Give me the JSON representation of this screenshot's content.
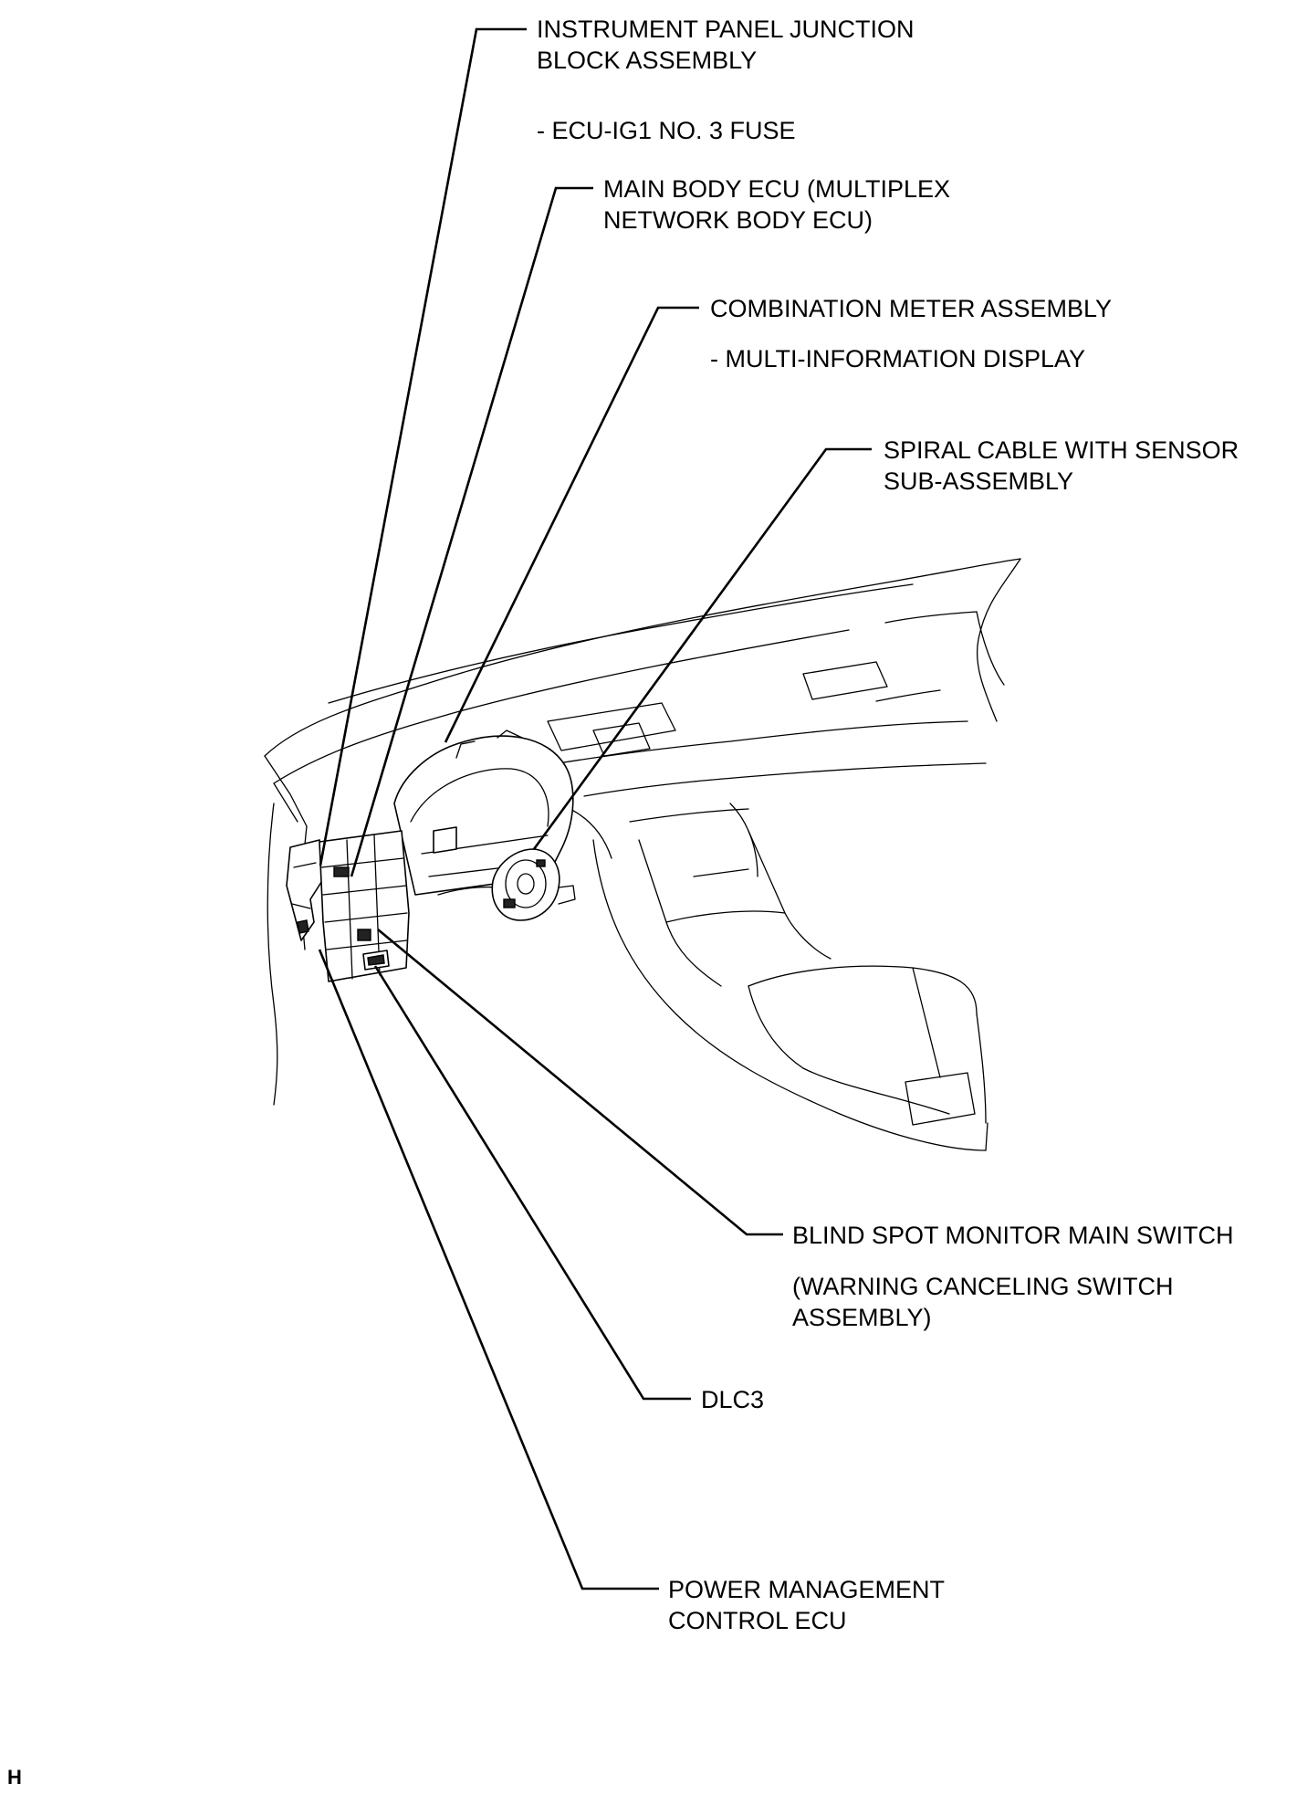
{
  "labels": {
    "junction_block": [
      "INSTRUMENT PANEL JUNCTION",
      "BLOCK ASSEMBLY"
    ],
    "junction_block_note": "- ECU-IG1 NO. 3 FUSE",
    "main_body_ecu": [
      "MAIN BODY ECU (MULTIPLEX",
      "NETWORK BODY ECU)"
    ],
    "combination_meter": "COMBINATION METER ASSEMBLY",
    "combination_meter_note": "- MULTI-INFORMATION DISPLAY",
    "spiral_cable": [
      "SPIRAL CABLE WITH SENSOR",
      "SUB-ASSEMBLY"
    ],
    "blind_spot_switch": "BLIND SPOT MONITOR MAIN SWITCH",
    "blind_spot_switch_note": [
      "(WARNING CANCELING SWITCH",
      "ASSEMBLY)"
    ],
    "dlc3": "DLC3",
    "power_management_ecu": [
      "POWER MANAGEMENT",
      "CONTROL ECU"
    ]
  },
  "corner_mark": "H"
}
